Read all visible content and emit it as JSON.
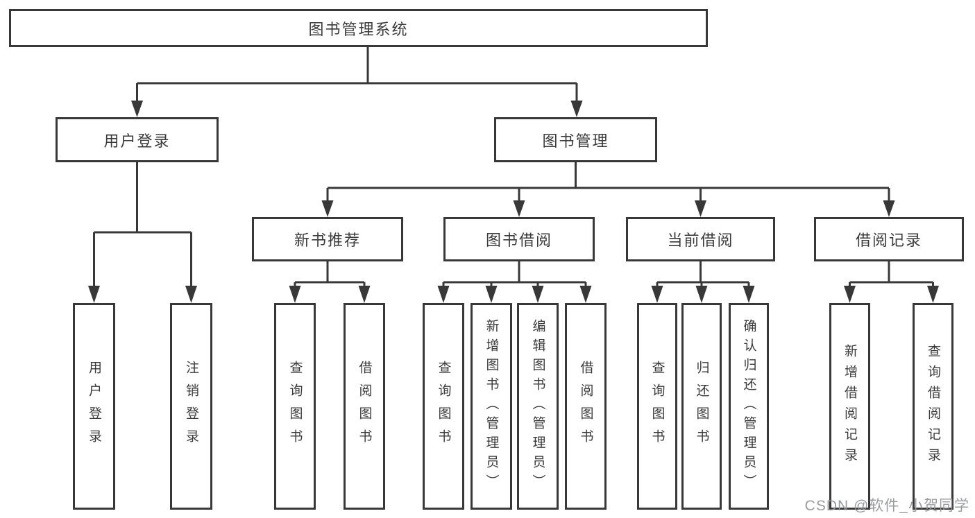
{
  "diagram": {
    "root": "图书管理系统",
    "user_login": {
      "label": "用户登录",
      "children": [
        "用户登录",
        "注销登录"
      ]
    },
    "book_mgmt": {
      "label": "图书管理",
      "new_book": {
        "label": "新书推荐",
        "children": [
          "查询图书",
          "借阅图书"
        ]
      },
      "book_borrow": {
        "label": "图书借阅",
        "children": [
          "查询图书",
          "新增图书（管理员）",
          "编辑图书（管理员）",
          "借阅图书"
        ]
      },
      "current_borrow": {
        "label": "当前借阅",
        "children": [
          "查询图书",
          "归还图书",
          "确认归还（管理员）"
        ]
      },
      "borrow_record": {
        "label": "借阅记录",
        "children": [
          "新增借阅记录",
          "查询借阅记录"
        ]
      }
    }
  },
  "watermark": "CSDN @软件_小贺同学",
  "colors": {
    "line": "#383838",
    "text": "#3a3a3a",
    "watermark": "#94969a",
    "background": "#ffffff"
  }
}
